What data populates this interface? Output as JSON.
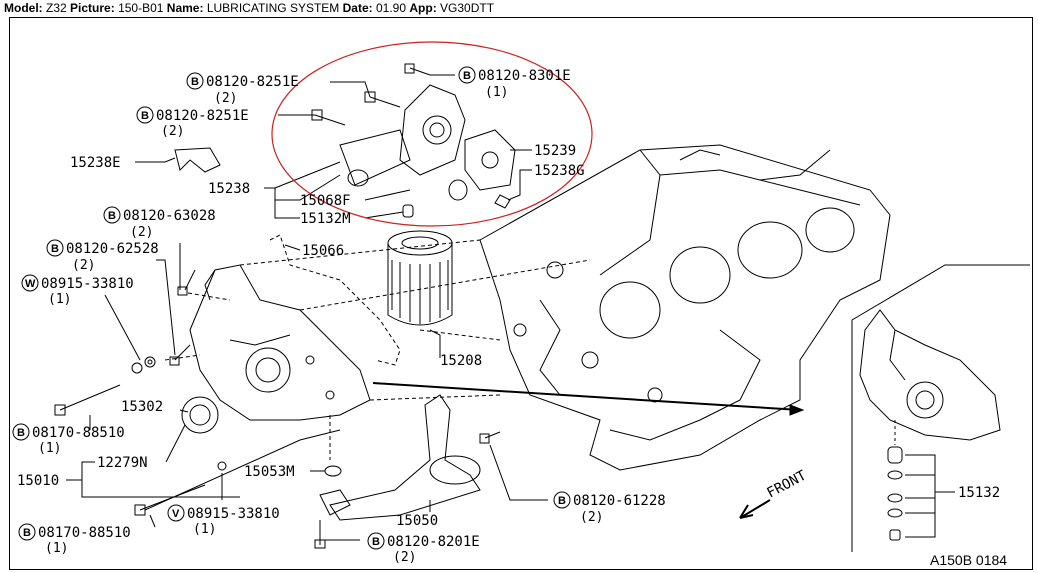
{
  "header": {
    "model_label": "Model:",
    "model_value": "Z32",
    "picture_label": "Picture:",
    "picture_value": "150-B01",
    "name_label": "Name:",
    "name_value": "LUBRICATING SYSTEM",
    "date_label": "Date:",
    "date_value": "01.90",
    "app_label": "App:",
    "app_value": "VG30DTT"
  },
  "parts": {
    "p_8251E_a": "08120-8251E",
    "p_8251E_a_qty": "(2)",
    "p_8251E_b": "08120-8251E",
    "p_8251E_b_qty": "(2)",
    "p_8301E": "08120-8301E",
    "p_8301E_qty": "(1)",
    "p_15239": "15239",
    "p_15238G": "15238G",
    "p_15238E": "15238E",
    "p_15238": "15238",
    "p_15068F": "15068F",
    "p_15132M": "15132M",
    "p_63028": "08120-63028",
    "p_63028_qty": "(2)",
    "p_62528": "08120-62528",
    "p_62528_qty": "(2)",
    "p_15066": "15066",
    "p_33810_a": "08915-33810",
    "p_33810_a_qty": "(1)",
    "p_15208": "15208",
    "p_15302": "15302",
    "p_88510_a": "08170-88510",
    "p_88510_a_qty": "(1)",
    "p_12279N": "12279N",
    "p_15010": "15010",
    "p_15053M": "15053M",
    "p_33810_b": "08915-33810",
    "p_33810_b_qty": "(1)",
    "p_88510_b": "08170-88510",
    "p_88510_b_qty": "(1)",
    "p_15050": "15050",
    "p_61228": "08120-61228",
    "p_61228_qty": "(2)",
    "p_8201E": "08120-8201E",
    "p_8201E_qty": "(2)",
    "p_15132": "15132",
    "front": "FRONT",
    "code": "A150B 0184",
    "mark_B": "B",
    "mark_W": "W",
    "mark_V": "V"
  },
  "colors": {
    "highlight_ellipse": "#cc2222",
    "ink": "#000000"
  }
}
